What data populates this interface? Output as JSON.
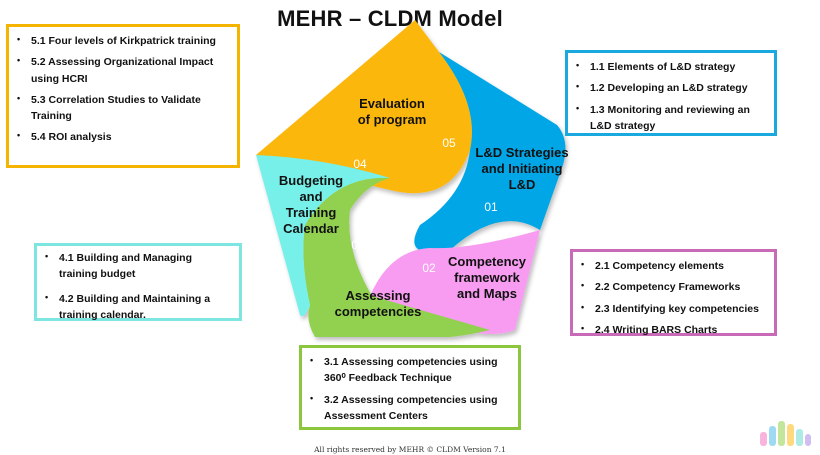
{
  "title": "MEHR – CLDM Model",
  "footer": "All rights reserved by MEHR © CLDM Version 7.1",
  "colors": {
    "evaluation": "#fcb711",
    "strategies": "#00a6e6",
    "competency": "#f79cf0",
    "assessing": "#92d050",
    "budgeting": "#77f0ea"
  },
  "segments": {
    "s01": {
      "label": [
        "L&D Strategies",
        "and Initiating",
        "L&D"
      ],
      "number": "01"
    },
    "s02": {
      "label": [
        "Competency",
        "framework",
        "and Maps"
      ],
      "number": "02"
    },
    "s03": {
      "label": [
        "Assessing",
        "competencies"
      ],
      "number": "03"
    },
    "s04": {
      "label": [
        "Budgeting",
        "and",
        "Training",
        "Calendar"
      ],
      "number": "04"
    },
    "s05": {
      "label": [
        "Evaluation",
        "of program"
      ],
      "number": "05"
    }
  },
  "boxes": {
    "b5": {
      "items": [
        "5.1 Four levels of Kirkpatrick training",
        "5.2 Assessing Organizational Impact using HCRI",
        "5.3 Correlation  Studies to Validate Training",
        "5.4 ROI analysis"
      ]
    },
    "b1": {
      "items": [
        "1.1 Elements of L&D strategy",
        "1.2 Developing an L&D strategy",
        "1.3 Monitoring and reviewing an L&D strategy"
      ]
    },
    "b4": {
      "items": [
        "4.1 Building and Managing training budget",
        "4.2 Building and Maintaining a training calendar."
      ]
    },
    "b2": {
      "items": [
        "2.1 Competency elements",
        "2.2 Competency Frameworks",
        "2.3 Identifying key competencies",
        "2.4 Writing BARS Charts"
      ]
    },
    "b3": {
      "items": [
        "3.1 Assessing competencies using 360⁰ Feedback Technique",
        "3.2 Assessing competencies using Assessment Centers"
      ]
    }
  }
}
